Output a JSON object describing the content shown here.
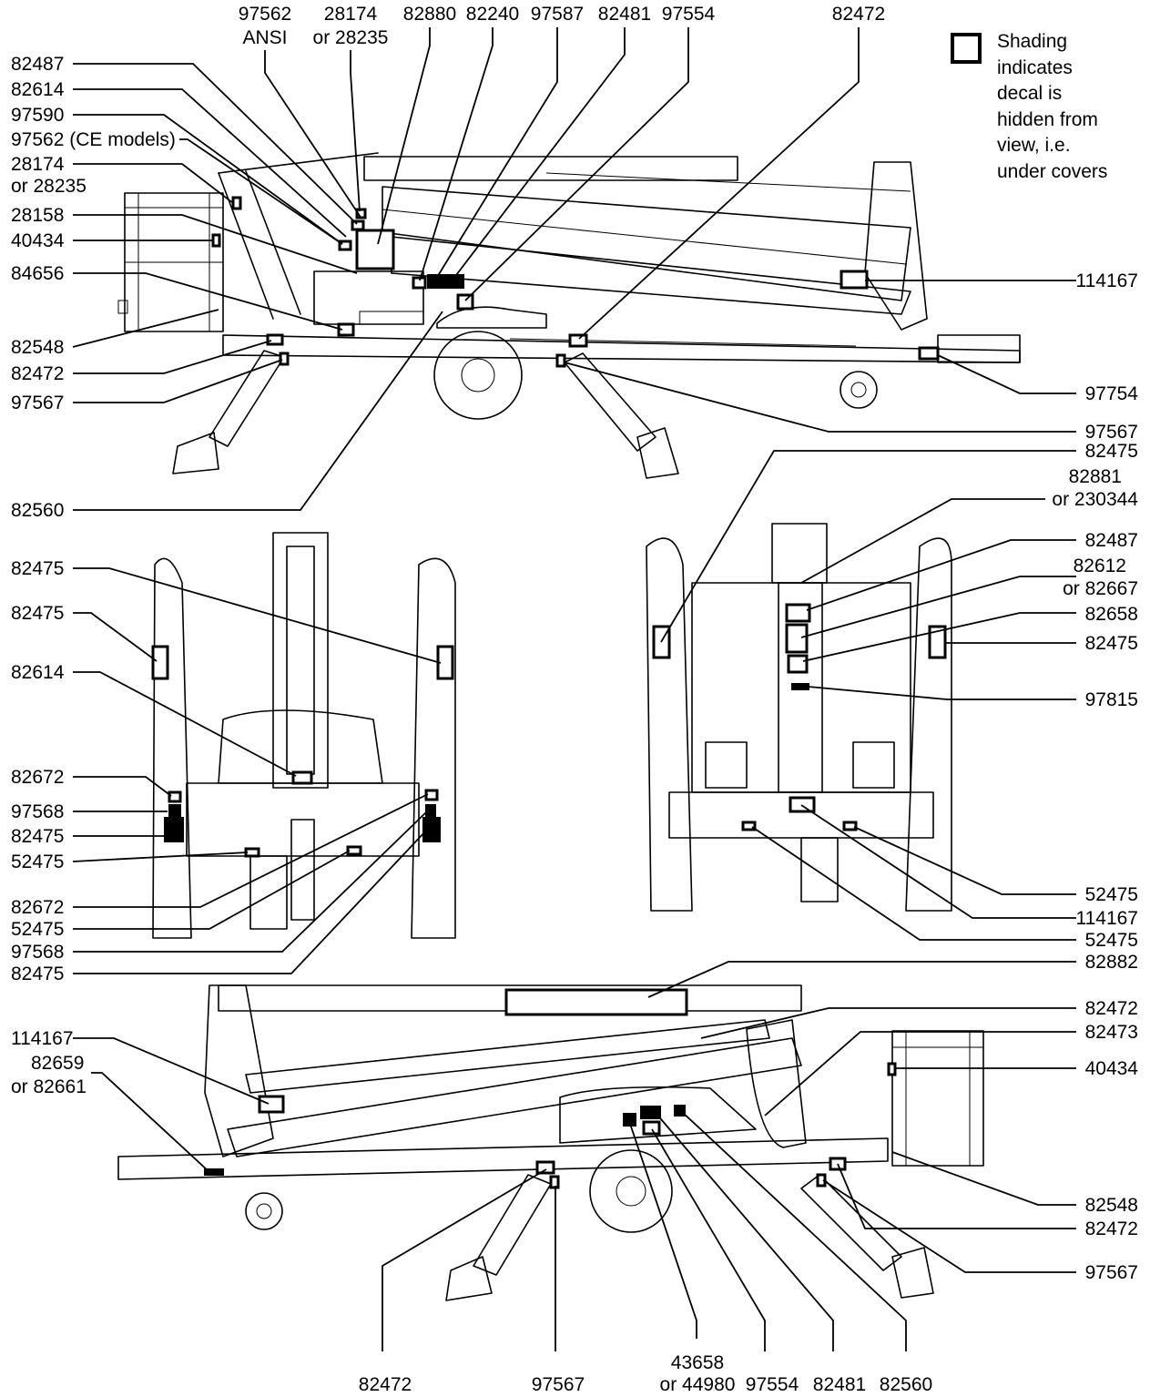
{
  "legend": {
    "lines": [
      "Shading",
      "indicates",
      "decal is",
      "hidden from",
      "view, i.e.",
      "under covers"
    ]
  },
  "views": {
    "side_top": {
      "top_labels": [
        {
          "lines": [
            "97562",
            "ANSI"
          ]
        },
        {
          "lines": [
            "28174",
            "or 28235"
          ]
        },
        {
          "lines": [
            "82880"
          ]
        },
        {
          "lines": [
            "82240"
          ]
        },
        {
          "lines": [
            "97587"
          ]
        },
        {
          "lines": [
            "82481"
          ]
        },
        {
          "lines": [
            "97554"
          ]
        },
        {
          "lines": [
            "82472"
          ]
        }
      ],
      "left_labels": [
        {
          "lines": [
            "82487"
          ]
        },
        {
          "lines": [
            "82614"
          ]
        },
        {
          "lines": [
            "97590"
          ]
        },
        {
          "lines": [
            "97562 (CE models)"
          ]
        },
        {
          "lines": [
            "28174",
            "or 28235"
          ]
        },
        {
          "lines": [
            "28158"
          ]
        },
        {
          "lines": [
            "40434"
          ]
        },
        {
          "lines": [
            "84656"
          ]
        },
        {
          "lines": [
            "82548"
          ]
        },
        {
          "lines": [
            "82472"
          ]
        },
        {
          "lines": [
            "97567"
          ]
        },
        {
          "lines": [
            "82560"
          ]
        }
      ],
      "right_labels": [
        {
          "lines": [
            "114167"
          ]
        },
        {
          "lines": [
            "97754"
          ]
        },
        {
          "lines": [
            "97567"
          ]
        }
      ]
    },
    "front": {
      "left_labels": [
        {
          "lines": [
            "82475"
          ]
        },
        {
          "lines": [
            "82475"
          ]
        },
        {
          "lines": [
            "82614"
          ]
        },
        {
          "lines": [
            "82672"
          ]
        },
        {
          "lines": [
            "97568"
          ]
        },
        {
          "lines": [
            "82475"
          ]
        },
        {
          "lines": [
            "52475"
          ]
        },
        {
          "lines": [
            "82672"
          ]
        },
        {
          "lines": [
            "52475"
          ]
        },
        {
          "lines": [
            "97568"
          ]
        },
        {
          "lines": [
            "82475"
          ]
        }
      ]
    },
    "rear": {
      "right_labels": [
        {
          "lines": [
            "82475"
          ]
        },
        {
          "lines": [
            "82881",
            "or 230344"
          ]
        },
        {
          "lines": [
            "82487"
          ]
        },
        {
          "lines": [
            "82612",
            "or 82667"
          ]
        },
        {
          "lines": [
            "82658"
          ]
        },
        {
          "lines": [
            "82475"
          ]
        },
        {
          "lines": [
            "97815"
          ]
        },
        {
          "lines": [
            "52475"
          ]
        },
        {
          "lines": [
            "114167"
          ]
        },
        {
          "lines": [
            "52475"
          ]
        }
      ]
    },
    "side_bottom": {
      "right_labels": [
        {
          "lines": [
            "82882"
          ]
        },
        {
          "lines": [
            "82472"
          ]
        },
        {
          "lines": [
            "82473"
          ]
        },
        {
          "lines": [
            "40434"
          ]
        },
        {
          "lines": [
            "82548"
          ]
        },
        {
          "lines": [
            "82472"
          ]
        },
        {
          "lines": [
            "97567"
          ]
        }
      ],
      "left_labels": [
        {
          "lines": [
            "114167"
          ]
        },
        {
          "lines": [
            "82659",
            "or 82661"
          ]
        }
      ],
      "bottom_labels": [
        {
          "lines": [
            "82472"
          ]
        },
        {
          "lines": [
            "97567"
          ]
        },
        {
          "lines": [
            "43658",
            "or 44980"
          ]
        },
        {
          "lines": [
            "97554"
          ]
        },
        {
          "lines": [
            "82481"
          ]
        },
        {
          "lines": [
            "82560"
          ]
        }
      ]
    }
  }
}
